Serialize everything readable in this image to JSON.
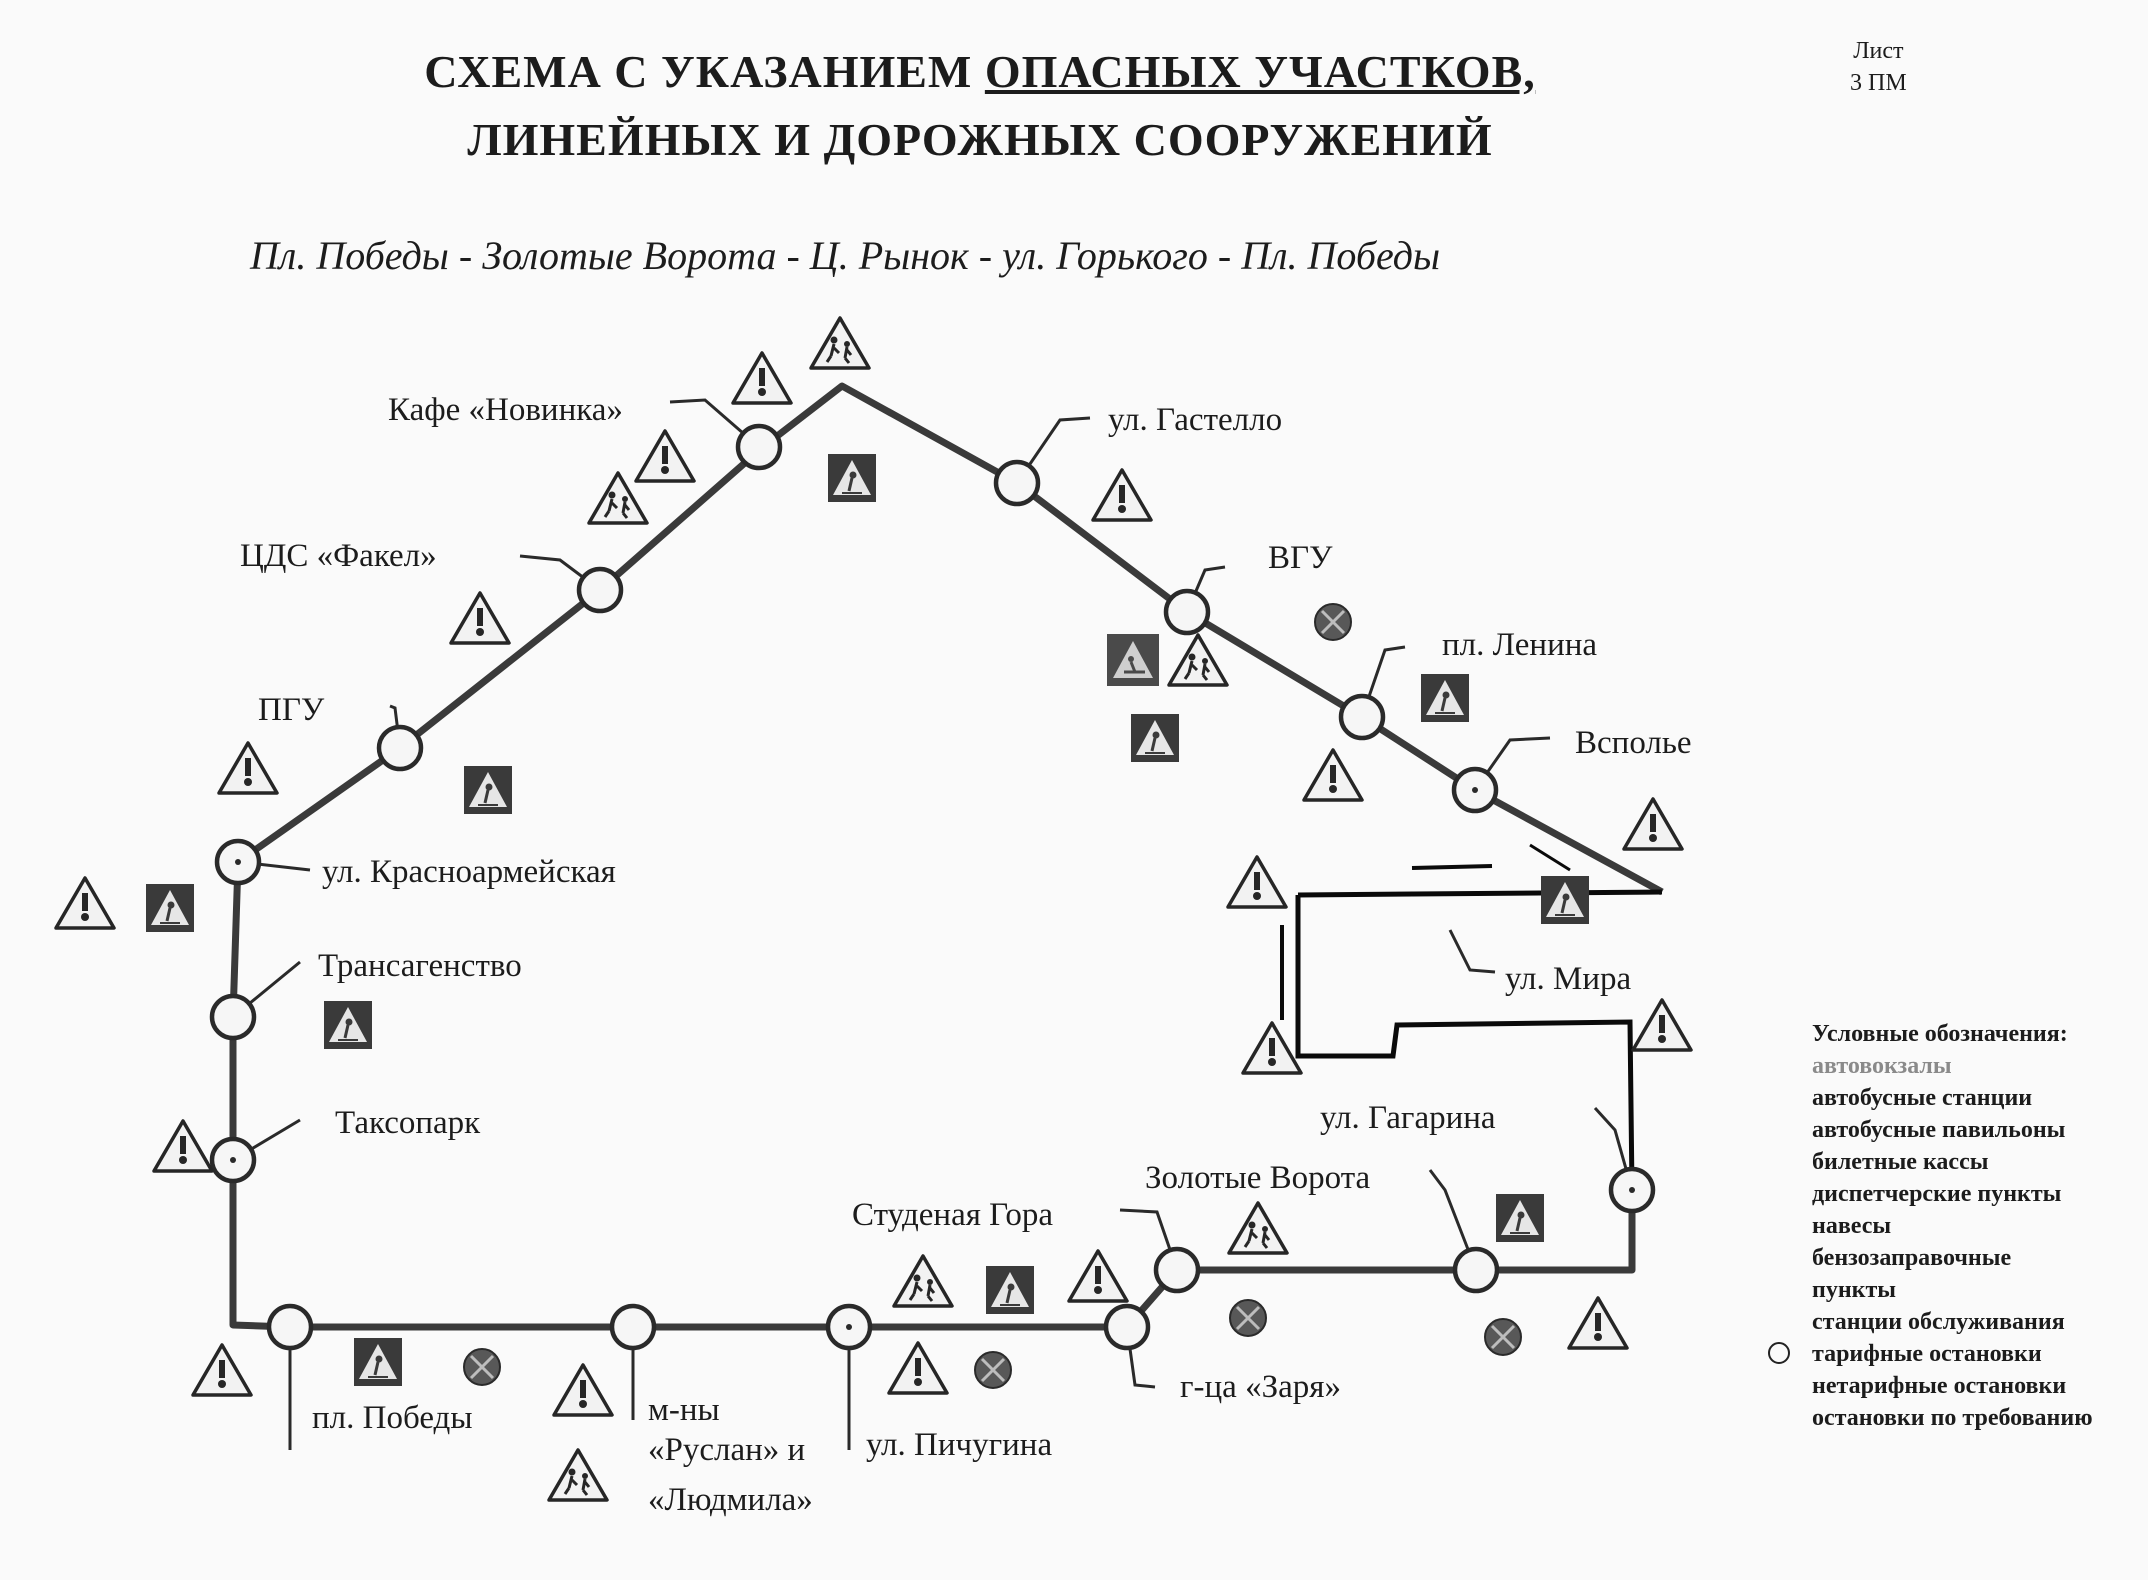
{
  "title": {
    "line1_prefix": "СХЕМА С УКАЗАНИЕМ ",
    "line1_underlined": "ОПАСНЫХ УЧАСТКОВ,",
    "line2": "ЛИНЕЙНЫХ И ДОРОЖНЫХ СООРУЖЕНИЙ"
  },
  "sheet": {
    "line1": "Лист",
    "line2": "3 ПМ"
  },
  "route_subtitle": "Пл. Победы - Золотые Ворота - Ц. Рынок - ул. Горького - Пл. Победы",
  "stops": {
    "cafe_novinka": "Кафе «Новинка»",
    "tsds_fakel": "ЦДС «Факел»",
    "pgu": "ПГУ",
    "krasnoarmeyskaya": "ул. Красноармейская",
    "transagentstvo": "Трансагенство",
    "taksopark": "Таксопарк",
    "gastello": "ул. Гастелло",
    "vgu": "ВГУ",
    "pl_lenina": "пл. Ленина",
    "vspolye": "Всполье",
    "mira": "ул. Мира",
    "gagarina": "ул. Гагарина",
    "zolotye_vorota": "Золотые Ворота",
    "studenaya_gora": "Студеная Гора",
    "zarya": "г-ца «Заря»",
    "pichugina": "ул. Пичугина",
    "ruslan_1": "м-ны",
    "ruslan_2": "«Руслан» и",
    "ruslan_3": "«Людмила»",
    "pl_pobedy": "пл. Победы"
  },
  "legend": {
    "title": "Условные обозначения:",
    "items": [
      "автовокзалы",
      "автобусные станции",
      "автобусные павильоны",
      "билетные кассы",
      "диспетчерские пункты",
      "навесы",
      "бензозаправочные",
      "пункты",
      "станции обслуживания",
      "тарифные остановки",
      "нетарифные остановки",
      "остановки по требованию"
    ]
  },
  "icons": [
    "warning-other-dangers-icon",
    "pedestrian-crossing-icon",
    "children-crossing-icon",
    "no-stopping-icon",
    "road-works-icon"
  ]
}
